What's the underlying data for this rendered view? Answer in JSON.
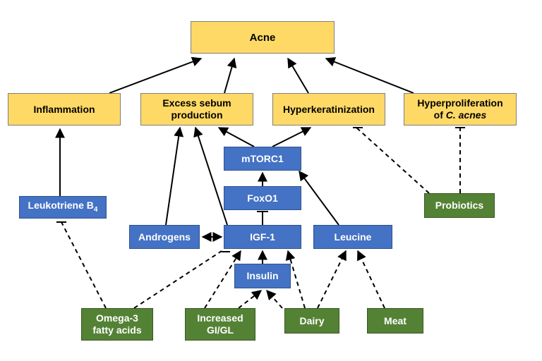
{
  "colors": {
    "outcome": "#ffd966",
    "mediator": "#4472c4",
    "factor": "#548235",
    "stroke": "#000000"
  },
  "nodes": {
    "acne": {
      "label": "Acne"
    },
    "inflammation": {
      "label": "Inflammation"
    },
    "sebum": {
      "line1": "Excess sebum",
      "line2": "production"
    },
    "hyperkeratinization": {
      "label": "Hyperkeratinization"
    },
    "hyperproliferation": {
      "line1": "Hyperproliferation",
      "line2_prefix": "of ",
      "line2_italic": "C. acnes"
    },
    "mtorc1": {
      "label": "mTORC1"
    },
    "foxo1": {
      "label": "FoxO1"
    },
    "leukotriene": {
      "label": "Leukotriene B",
      "subscript": "4"
    },
    "androgens": {
      "label": "Androgens"
    },
    "igf1": {
      "label": "IGF-1"
    },
    "leucine": {
      "label": "Leucine"
    },
    "insulin": {
      "label": "Insulin"
    },
    "probiotics": {
      "label": "Probiotics"
    },
    "omega3": {
      "line1": "Omega-3",
      "line2": "fatty acids"
    },
    "gigl": {
      "line1": "Increased",
      "line2": "GI/GL"
    },
    "dairy": {
      "label": "Dairy"
    },
    "meat": {
      "label": "Meat"
    }
  }
}
